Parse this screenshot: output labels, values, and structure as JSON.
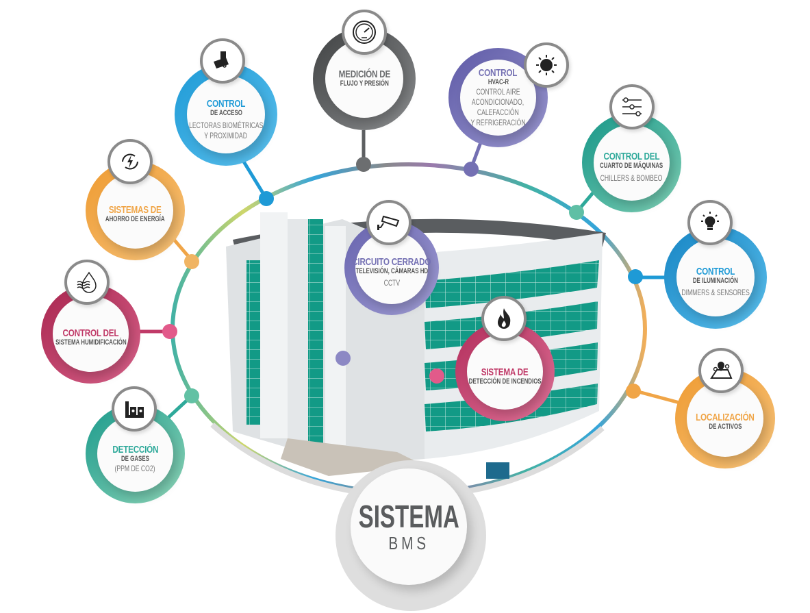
{
  "diagram": {
    "title": "SISTEMA",
    "subtitle": "BMS",
    "colors": {
      "blue": "#1e9ad6",
      "gray": "#5d5f61",
      "purple": "#7470b3",
      "teal": "#2ea99a",
      "orange": "#f0a547",
      "magenta": "#c03a68",
      "ring": "#d8d8d8",
      "building_glass": "#129a86"
    },
    "nodes": [
      {
        "id": "access",
        "icon": "access-card-icon",
        "color": "#1e9ad6",
        "line1": "CONTROL",
        "line2": "DE ACCESO",
        "line3": "LECTORAS BIOMÉTRICAS",
        "line4": "Y PROXIMIDAD"
      },
      {
        "id": "flow",
        "icon": "pressure-gauge-icon",
        "color": "#5d5f61",
        "line1": "MEDICIÓN DE",
        "line2": "FLUJO Y PRESIÓN"
      },
      {
        "id": "hvac",
        "icon": "sun-snowflake-icon",
        "color": "#7470b3",
        "line1": "CONTROL",
        "line2": "HVAC-R",
        "line3": "CONTROL AIRE",
        "line4": "ACONDICIONADO,",
        "line5": "CALEFACCIÓN",
        "line6": "Y REFRIGERACIÓN"
      },
      {
        "id": "machines",
        "icon": "sliders-icon",
        "color": "#2ea99a",
        "line1": "CONTROL DEL",
        "line2": "CUARTO DE MÁQUINAS",
        "line3": "CHILLERS & BOMBEO"
      },
      {
        "id": "lighting",
        "icon": "light-bulb-icon",
        "color": "#1e9ad6",
        "line1": "CONTROL",
        "line2": "DE ILUMINACIÓN",
        "line3": "DIMMERS & SENSORES"
      },
      {
        "id": "location",
        "icon": "map-pins-icon",
        "color": "#f0a547",
        "line1": "LOCALIZACIÓN",
        "line2": "DE ACTIVOS"
      },
      {
        "id": "energy",
        "icon": "energy-cycle-icon",
        "color": "#f0a547",
        "line1": "SISTEMAS DE",
        "line2": "AHORRO DE ENERGÍA"
      },
      {
        "id": "humid",
        "icon": "water-drop-icon",
        "color": "#c03a68",
        "line1": "CONTROL DEL",
        "line2": "SISTEMA HUMIDIFICACIÓN"
      },
      {
        "id": "gas",
        "icon": "factory-icon",
        "color": "#2ea99a",
        "line1": "DETECCIÓN",
        "line2": "DE GASES",
        "line3": "(PPM DE CO2)"
      },
      {
        "id": "cctv",
        "icon": "security-camera-icon",
        "color": "#7470b3",
        "line1": "CIRCUITO CERRADO",
        "line2": "TELEVISIÓN, CÁMARAS HD",
        "line3": "CCTV"
      },
      {
        "id": "fire",
        "icon": "flame-icon",
        "color": "#c03a68",
        "line1": "SISTEMA DE",
        "line2": "DETECCIÓN DE INCENDIOS"
      }
    ]
  }
}
